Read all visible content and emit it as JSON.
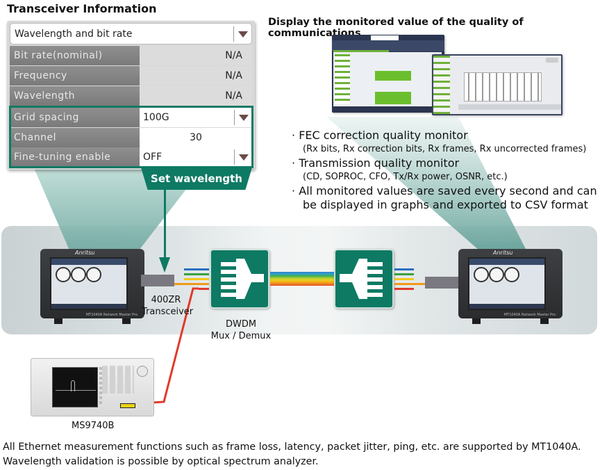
{
  "transceiver_panel": {
    "title": "Transceiver Information",
    "category_dropdown": {
      "selected": "Wavelength and bit rate"
    },
    "rows": [
      {
        "label": "Bit rate(nominal)",
        "value": "N/A"
      },
      {
        "label": "Frequency",
        "value": "N/A"
      },
      {
        "label": "Wavelength",
        "value": "N/A"
      },
      {
        "label": "Grid spacing",
        "value": "100G",
        "control": "dropdown"
      },
      {
        "label": "Channel",
        "value": "30",
        "control": "input"
      },
      {
        "label": "Fine-tuning enable",
        "value": "OFF",
        "control": "dropdown"
      }
    ],
    "callout": "Set wavelength"
  },
  "monitor_section": {
    "title": "Display the monitored value of the quality of communications",
    "bullets": [
      {
        "main": "FEC correction quality monitor",
        "sub": "(Rx bits, Rx correction bits, Rx frames, Rx uncorrected frames)"
      },
      {
        "main": "Transmission quality monitor",
        "sub": "(CD, SOPROC, CFO, Tx/Rx power, OSNR, etc.)"
      },
      {
        "main": "All monitored values are saved every second and can",
        "sub_main": "be displayed in graphs and exported to CSV format"
      }
    ],
    "bullet_glyph": "·"
  },
  "diagram": {
    "left_tester": {
      "brand": "Anritsu",
      "model": "MT1040A Network Master Pro"
    },
    "right_tester": {
      "brand": "Anritsu",
      "model": "MT1040A Network Master Pro"
    },
    "transceiver_label_line1": "400ZR",
    "transceiver_label_line2": "Transceiver",
    "mux_label_line1": "DWDM",
    "mux_label_line2": "Mux / Demux",
    "osa_label": "MS9740B",
    "lane_colors": [
      "#2a6fc0",
      "#3aa043",
      "#f2c81c",
      "#f09a1a",
      "#e03a2a"
    ],
    "accent_color": "#0e7a64"
  },
  "footer": {
    "line1": "All Ethernet measurement functions such as frame loss, latency, packet jitter, ping, etc. are supported by MT1040A.",
    "line2": "Wavelength validation is possible by optical spectrum analyzer."
  }
}
